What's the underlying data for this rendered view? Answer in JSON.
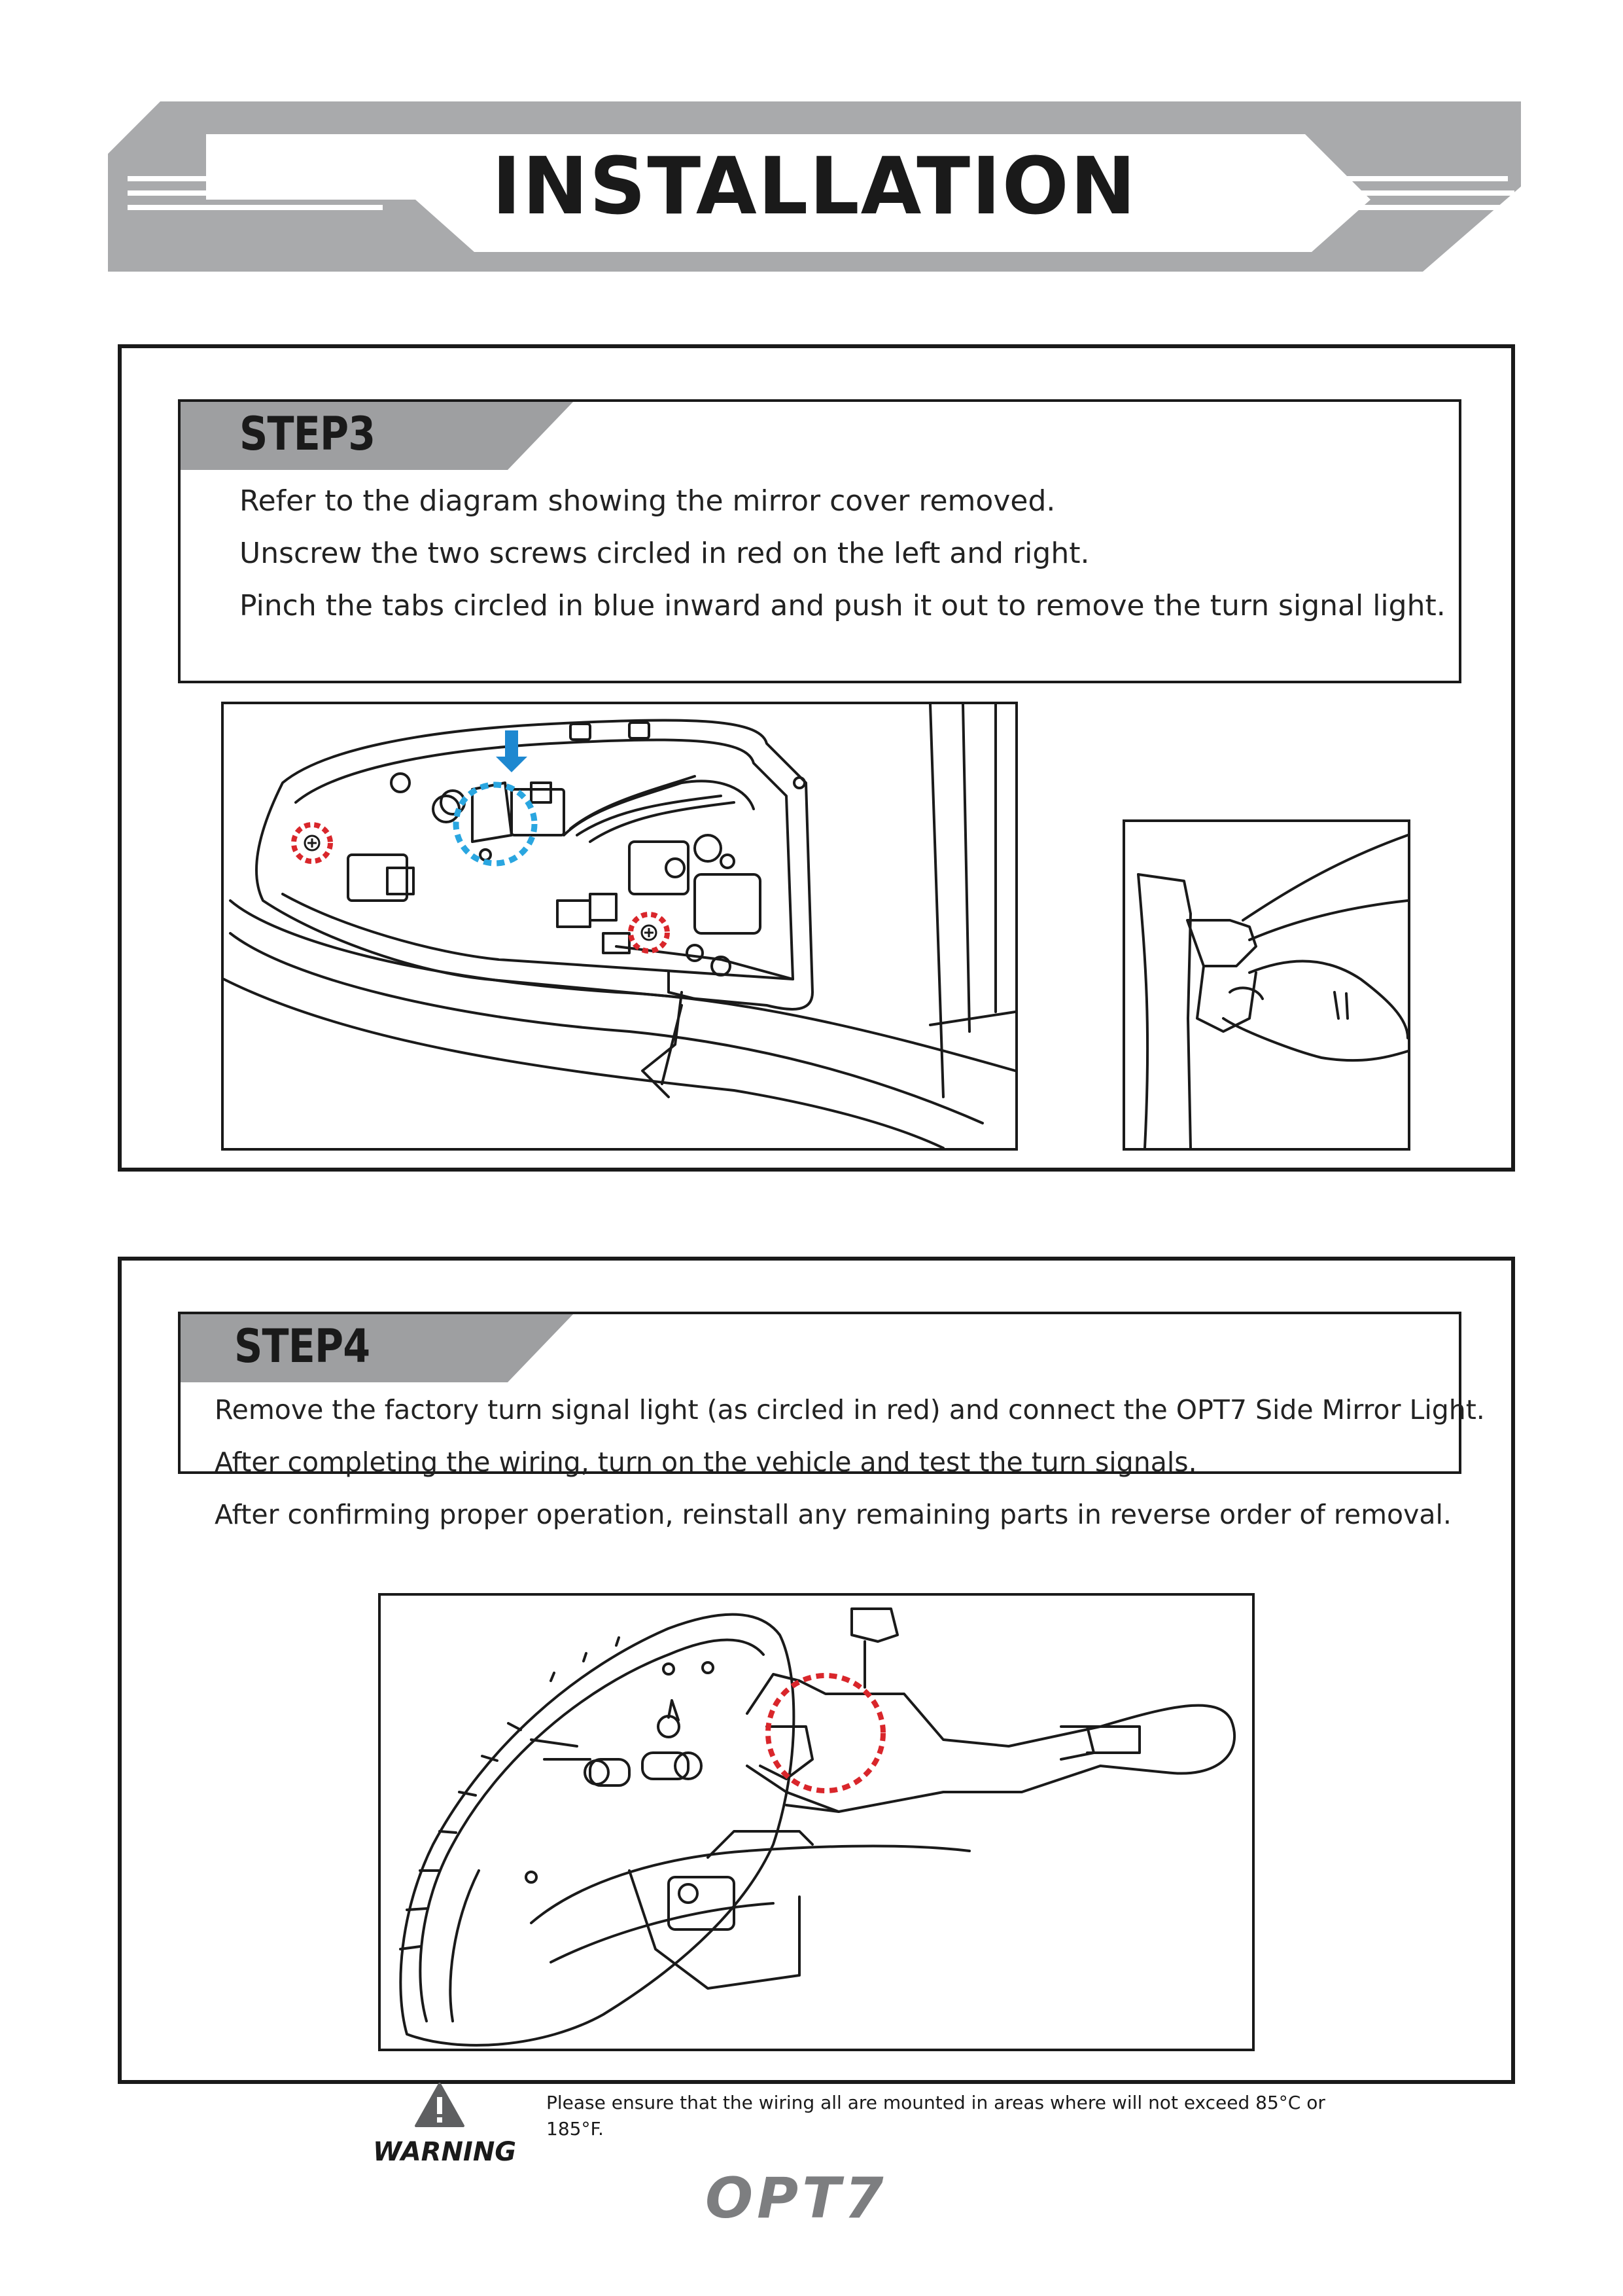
{
  "header": {
    "title": "INSTALLATION"
  },
  "step3": {
    "label": "STEP3",
    "lines": [
      "Refer to the diagram showing the mirror cover removed.",
      "Unscrew the two screws circled in red on the left and right.",
      "Pinch the tabs circled in blue inward and push it out to remove the turn signal light."
    ],
    "diagram_main_label": "mirror-cover-removed-diagram",
    "diagram_detail_label": "pinch-tab-detail-diagram"
  },
  "step4": {
    "label": "STEP4",
    "lines": [
      "Remove the factory turn signal light (as circled in red) and connect the OPT7 Side Mirror Light.",
      "After completing the wiring, turn on the vehicle and test the turn signals.",
      "After confirming proper operation, reinstall any remaining parts in reverse order of removal."
    ],
    "diagram_label": "turn-signal-connector-diagram"
  },
  "warning": {
    "label": "WARNING",
    "text": "Please ensure that the wiring all are mounted in areas where will not exceed 85°C or 185°F."
  },
  "brand": {
    "logo_text": "OPT7"
  },
  "colors": {
    "banner_gray": "#a9aaac",
    "tab_gray": "#9e9fa1",
    "highlight_red": "#d9262b",
    "highlight_blue": "#2aa6e0",
    "arrow_blue": "#1e88d0"
  },
  "icons": {
    "warning": "warning-triangle-icon"
  }
}
